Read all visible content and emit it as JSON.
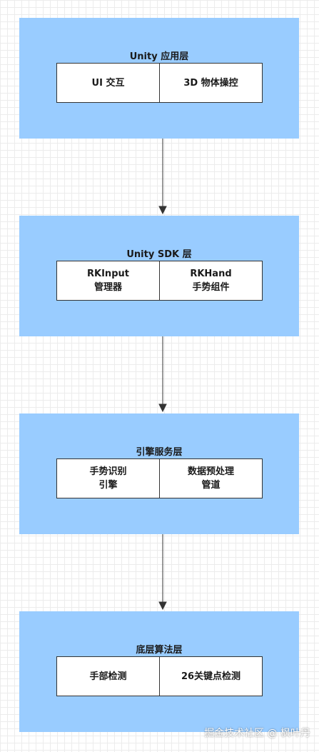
{
  "layers": [
    {
      "title": "Unity 应用层",
      "boxes": [
        {
          "lines": [
            "UI 交互"
          ]
        },
        {
          "lines": [
            "3D 物体操控"
          ]
        }
      ]
    },
    {
      "title": "Unity SDK 层",
      "boxes": [
        {
          "lines": [
            "RKInput",
            "管理器"
          ]
        },
        {
          "lines": [
            "RKHand",
            "手势组件"
          ]
        }
      ]
    },
    {
      "title": "引擎服务层",
      "boxes": [
        {
          "lines": [
            "手势识别",
            "引擎"
          ]
        },
        {
          "lines": [
            "数据预处理",
            "管道"
          ]
        }
      ]
    },
    {
      "title": "底层算法层",
      "boxes": [
        {
          "lines": [
            "手部检测"
          ]
        },
        {
          "lines": [
            "26关键点检测"
          ]
        }
      ]
    }
  ],
  "watermark": "掘金技术社区 @ 枫叶丹",
  "colors": {
    "layer_fill": "#99ccff",
    "box_fill": "#ffffff",
    "stroke": "#333333",
    "grid": "#ececec"
  }
}
